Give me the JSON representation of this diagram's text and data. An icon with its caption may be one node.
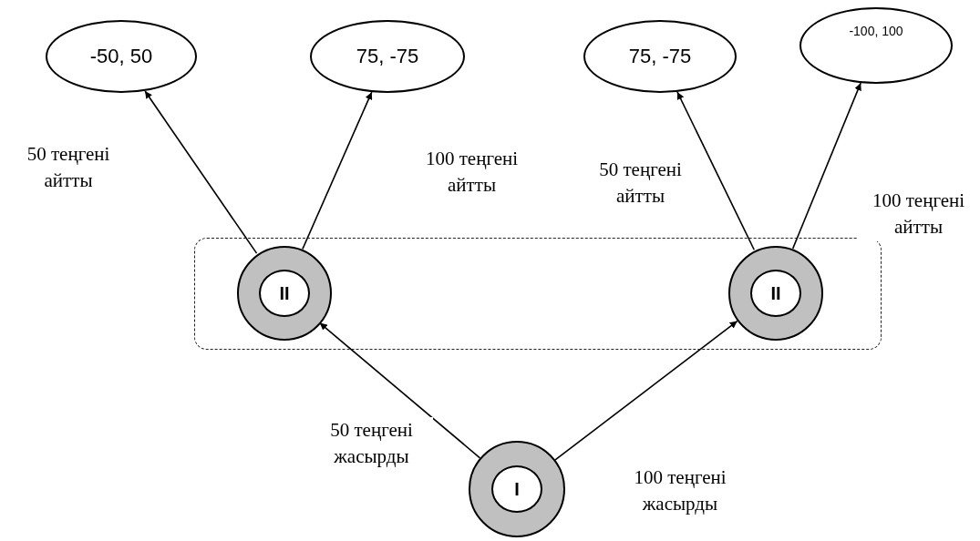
{
  "diagram": {
    "nodes": [
      {
        "text": [],
        "shape": "box"
      },
      {
        "text": [
          "II"
        ],
        "in": 0
      },
      {
        "text": [
          "II"
        ],
        "in": 0
      },
      {
        "text": [
          "I"
        ]
      },
      {
        "text": [
          "-50, 50"
        ]
      },
      {
        "text": [
          "75, -75"
        ]
      },
      {
        "text": [
          "75, -75"
        ]
      },
      {
        "text": [
          "-100, 100"
        ]
      }
    ],
    "edges": [
      {
        "from": 3,
        "to": 1,
        "arrow": "to",
        "label": "50 теңгені жасырды"
      },
      {
        "from": 3,
        "to": 2,
        "arrow": "to",
        "label": "100 теңгені жасырды"
      },
      {
        "from": 1,
        "to": 4,
        "arrow": "to",
        "label": "50 теңгені айтты"
      },
      {
        "from": 1,
        "to": 5,
        "arrow": "to",
        "label": "100 теңгені айтты"
      },
      {
        "from": 2,
        "to": 6,
        "arrow": "to",
        "label": "50 теңгені айтты"
      },
      {
        "from": 2,
        "to": 7,
        "arrow": "to",
        "label": "100 теңгені айтты"
      }
    ]
  }
}
